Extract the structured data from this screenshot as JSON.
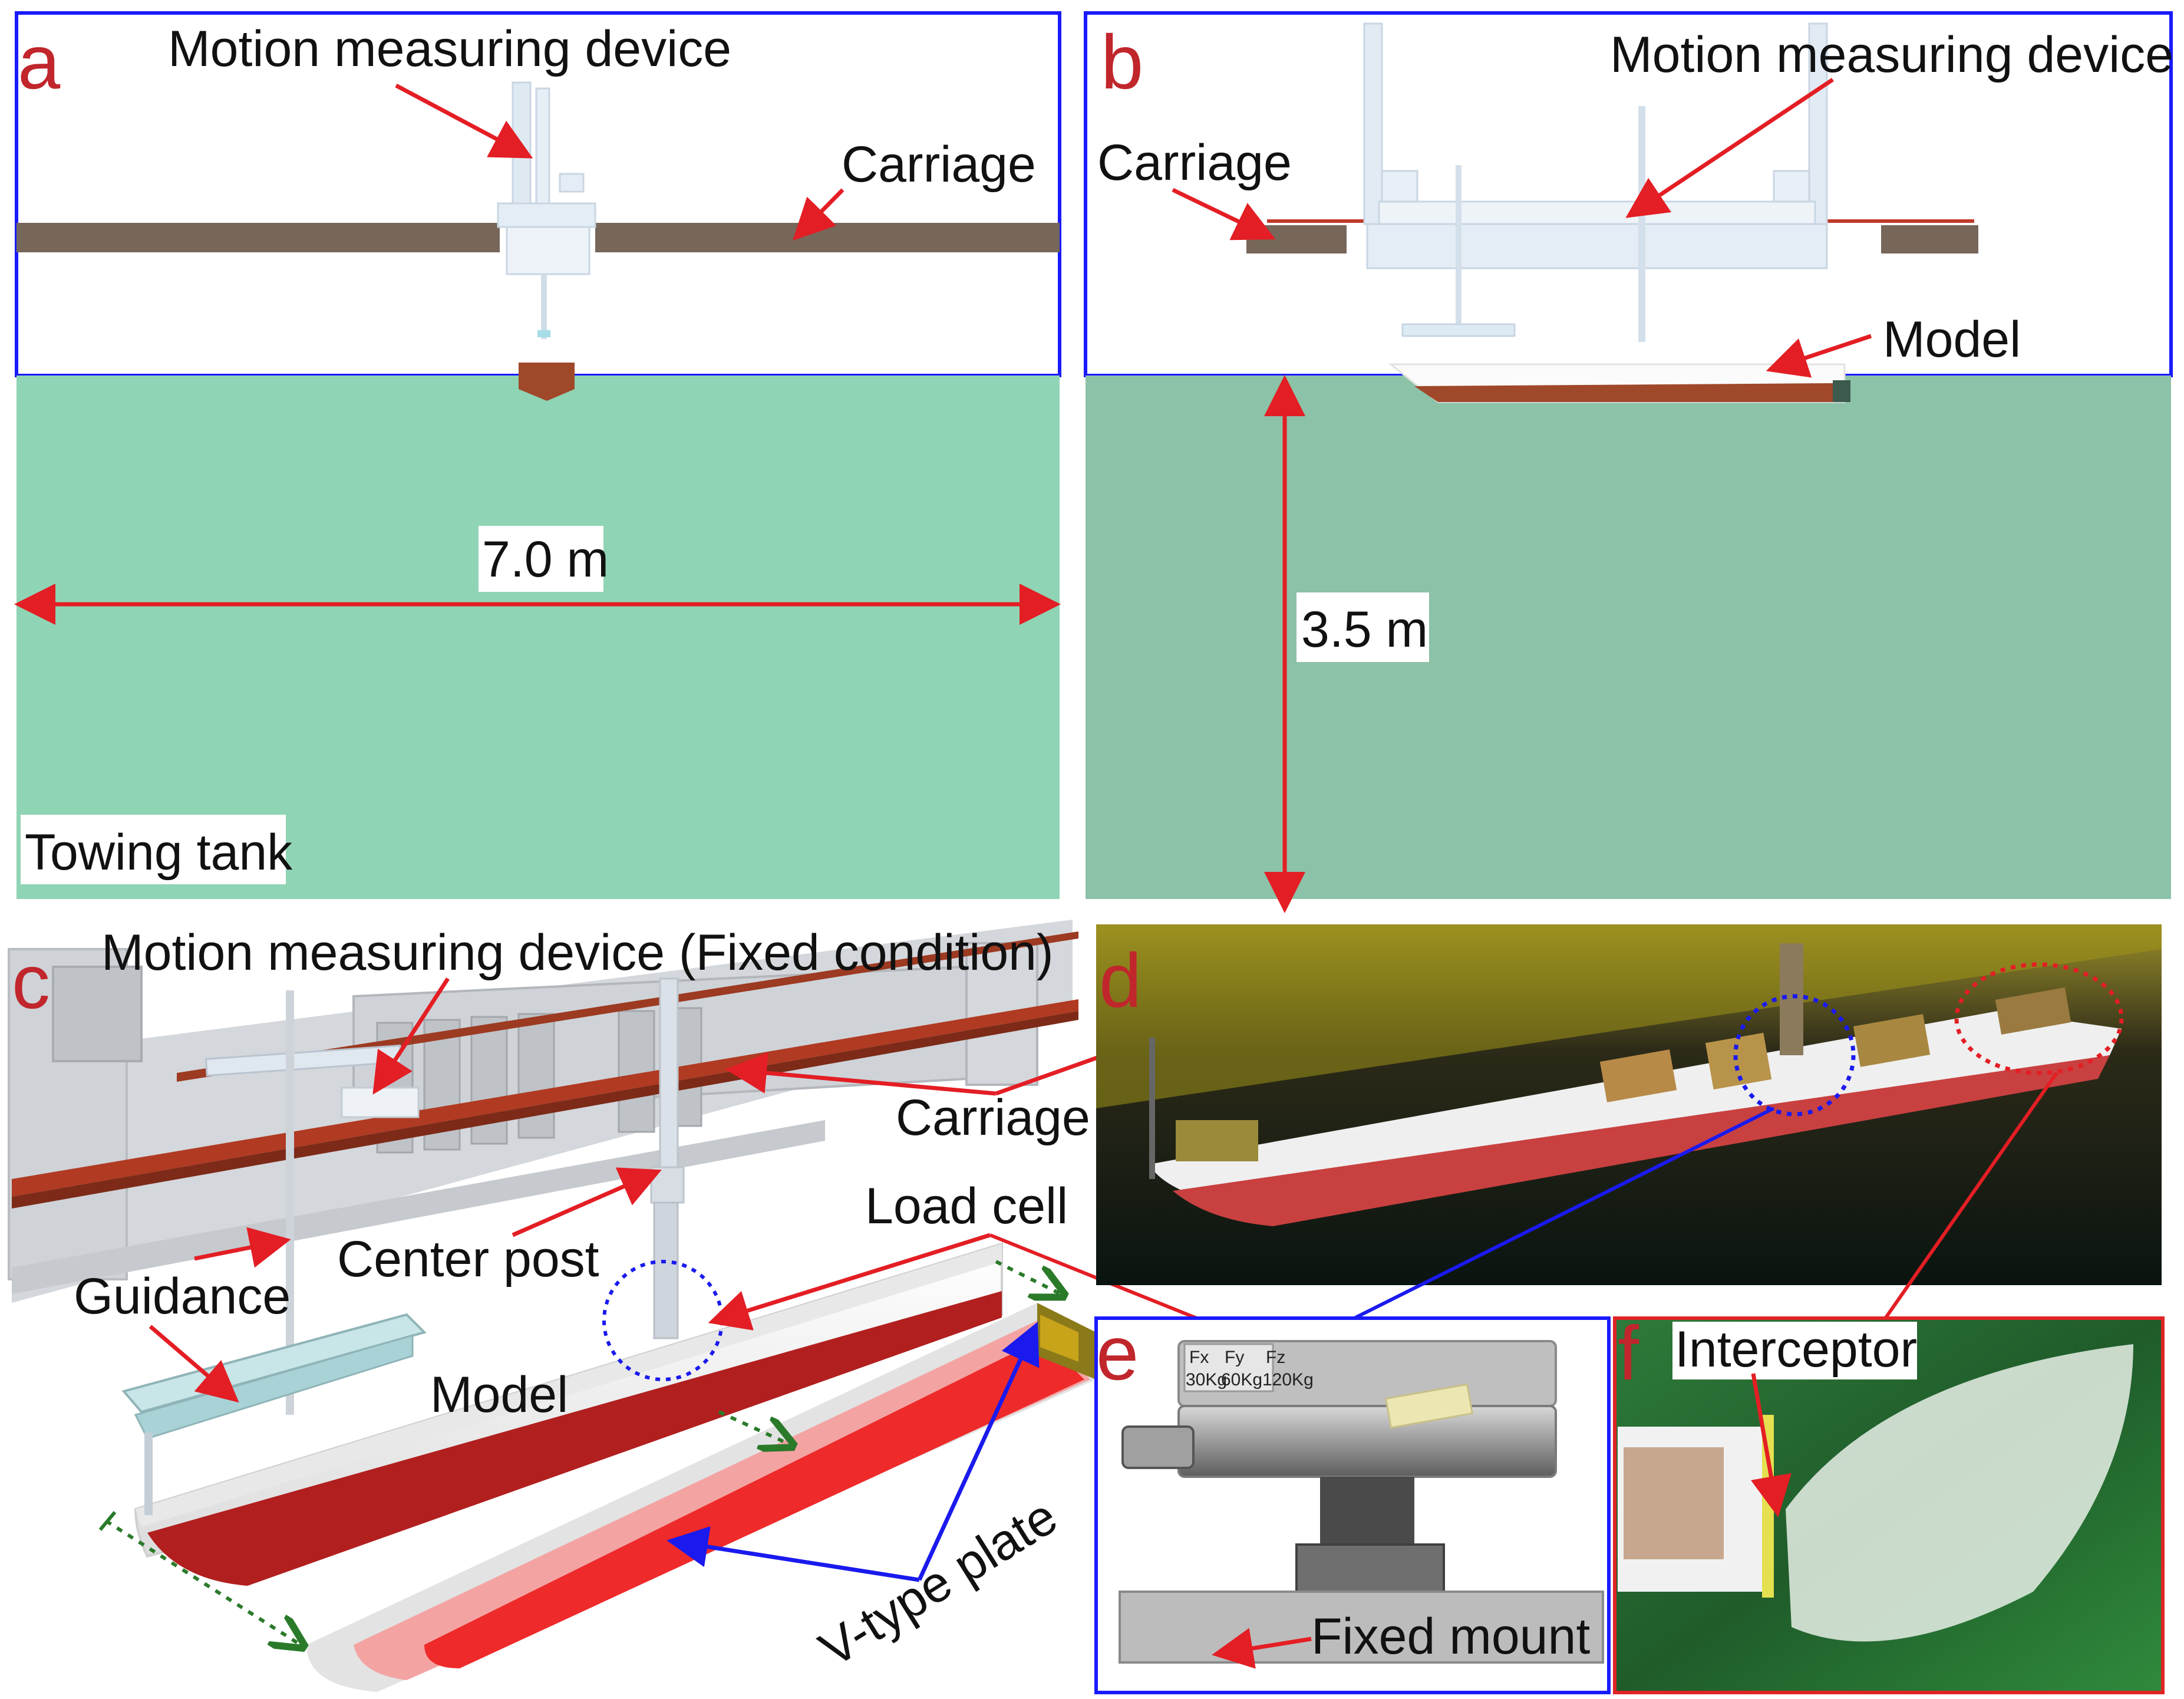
{
  "panels": {
    "a": {
      "letter": "a",
      "motion_device": "Motion measuring device",
      "carriage": "Carriage",
      "width_dim": "7.0 m",
      "tank": "Towing tank"
    },
    "b": {
      "letter": "b",
      "motion_device": "Motion measuring device",
      "carriage": "Carriage",
      "model": "Model",
      "depth_dim": "3.5 m"
    },
    "c": {
      "letter": "c",
      "motion_device_fixed": "Motion measuring device (Fixed condition)",
      "carriage": "Carriage",
      "load_cell": "Load cell",
      "center_post": "Center post",
      "guidance": "Guidance",
      "model": "Model",
      "v_plate": "V-type plate"
    },
    "d": {
      "letter": "d"
    },
    "e": {
      "letter": "e",
      "fixed_mount": "Fixed mount",
      "sensor_labels": [
        "Fx",
        "Fy",
        "Fz"
      ],
      "sensor_ranges": [
        "30Kg",
        "60Kg",
        "120Kg"
      ]
    },
    "f": {
      "letter": "f",
      "interceptor": "Interceptor"
    }
  },
  "colors": {
    "frame_blue": "#1a1aff",
    "frame_red": "#e02424",
    "arrow_red": "#e31e24",
    "arrow_blue": "#1a1aee",
    "tank_water_a": "#8fd4b4",
    "tank_water_b": "#8cc2a8",
    "carriage_brown": "#77665a",
    "hull_red": "#c0392b"
  }
}
